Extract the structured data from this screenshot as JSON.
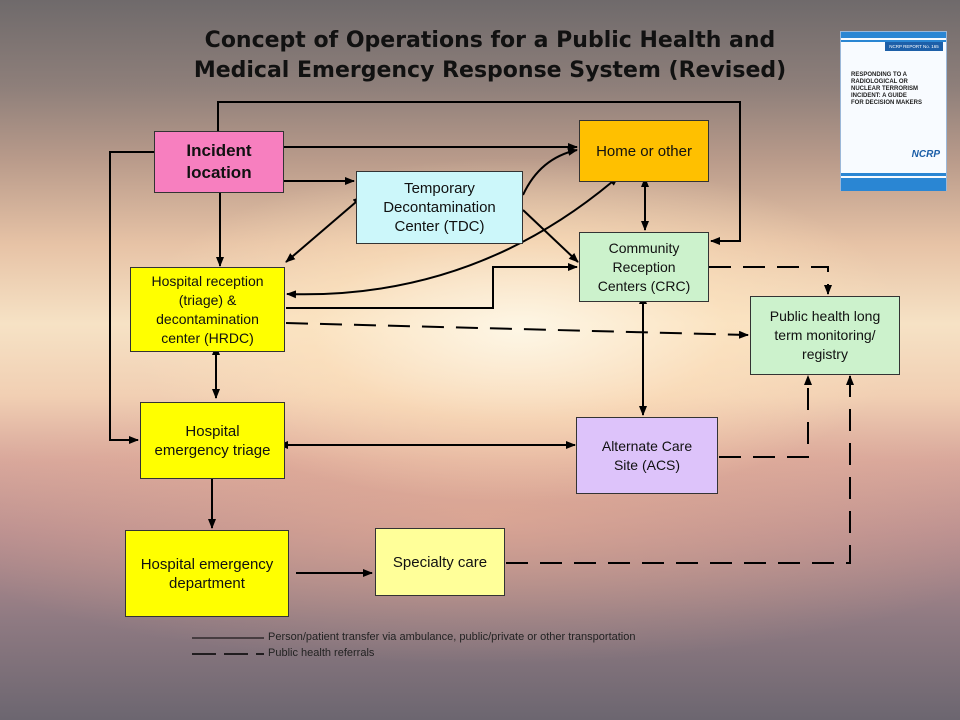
{
  "title": {
    "line1": "Concept of Operations for a Public Health and",
    "line2": "Medical Emergency Response System (Revised)"
  },
  "report_cover": {
    "report_label": "NCRP REPORT No. 165",
    "cover_title": "RESPONDING TO A\nRADIOLOGICAL OR\nNUCLEAR TERRORISM\nINCIDENT: A GUIDE\nFOR DECISION MAKERS",
    "logo_text": "NCRP"
  },
  "nodes": {
    "incident": "Incident\nlocation",
    "tdc": "Temporary\nDecontamination\nCenter (TDC)",
    "home": "Home or other",
    "crc": "Community\nReception\nCenters (CRC)",
    "hrdc": "Hospital reception\n(triage) &\ndecontamination\ncenter (HRDC)",
    "registry": "Public health long\nterm monitoring/\nregistry",
    "triage": "Hospital\nemergency triage",
    "acs": "Alternate Care\nSite (ACS)",
    "ed": "Hospital emergency\ndepartment",
    "specialty": "Specialty care"
  },
  "colors": {
    "incident": "#f77fbf",
    "tdc": "#ccf7fa",
    "home": "#ffc000",
    "crc": "#ccf2cc",
    "hrdc": "#ffff00",
    "registry": "#ccf2cc",
    "triage": "#ffff00",
    "acs": "#ddc3fa",
    "ed": "#ffff00",
    "specialty": "#ffff99"
  },
  "legend": {
    "solid_label": "Person/patient transfer via ambulance, public/private or other transportation",
    "dashed_label": "Public health referrals"
  }
}
